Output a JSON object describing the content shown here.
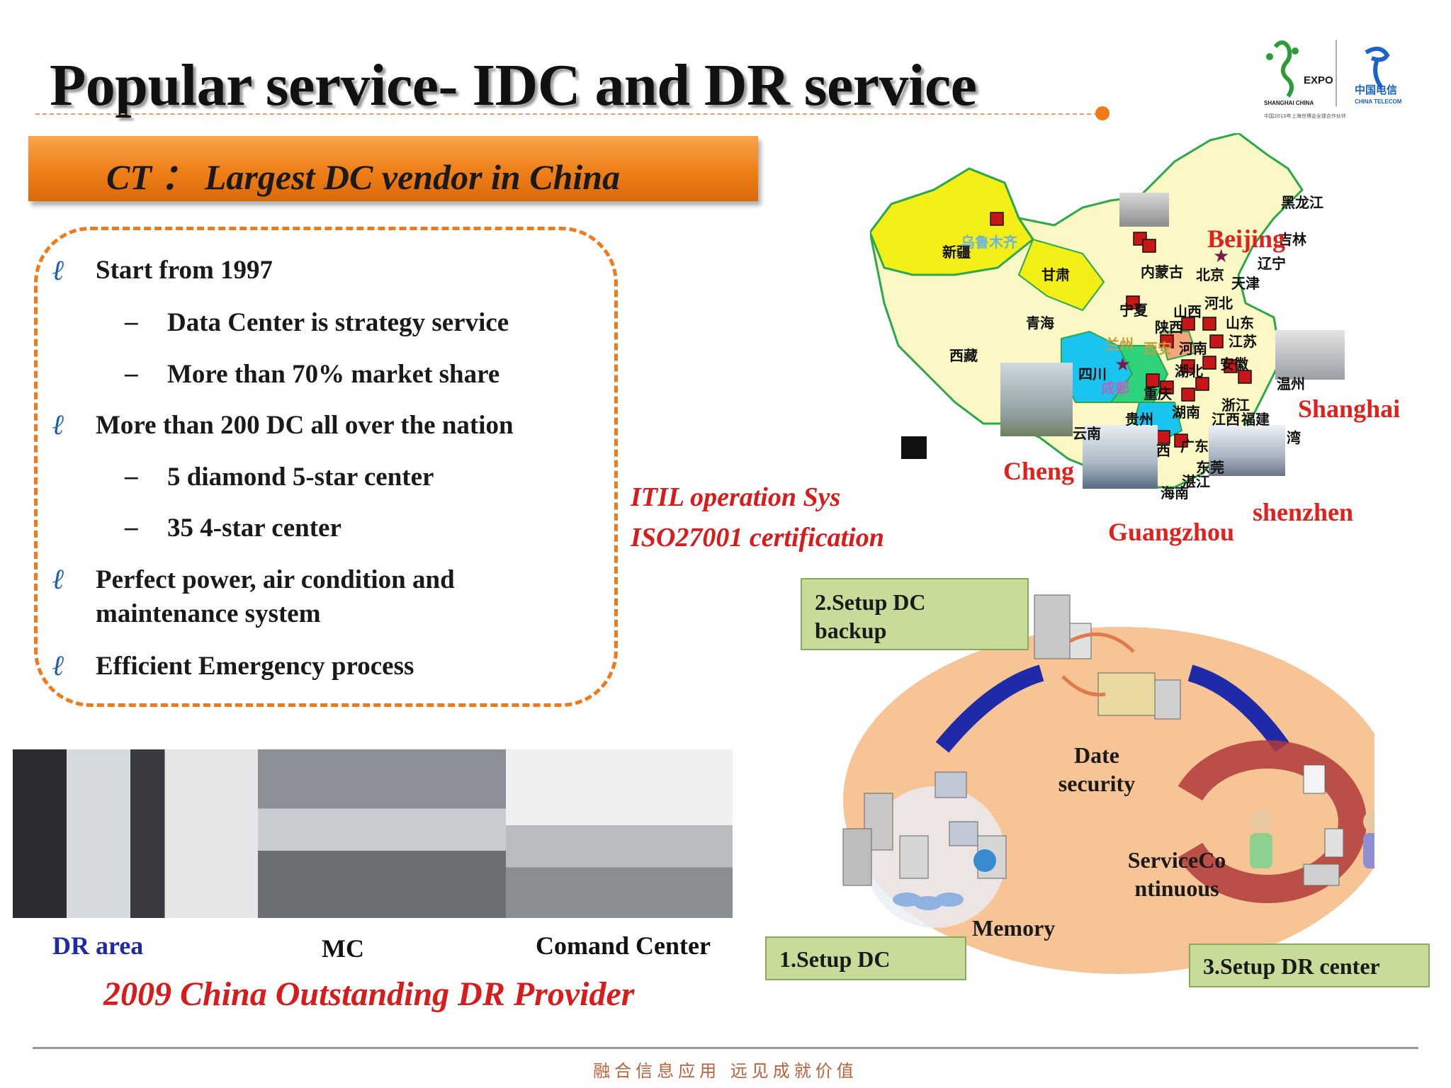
{
  "slide": {
    "title": "Popular service- IDC and DR service",
    "banner": "CT  ：  Largest DC vendor in China",
    "logo_expo": "EXPO",
    "logo_expo_sub": "SHANGHAI CHINA",
    "logo_ct_cn": "中国电信",
    "logo_ct_en": "CHINA TELECOM",
    "logo_tagline": "中国2010年上海世博会全球合作伙伴",
    "bullets": [
      {
        "level": 1,
        "text": "Start from 1997"
      },
      {
        "level": 2,
        "text": "Data Center is strategy service"
      },
      {
        "level": 2,
        "text": "More than 70% market share"
      },
      {
        "level": 1,
        "text": "More than 200 DC all over the nation"
      },
      {
        "level": 2,
        "text": "5 diamond 5-star center"
      },
      {
        "level": 2,
        "text": "35 4-star center"
      },
      {
        "level": 1,
        "text": "Perfect power, air condition and"
      },
      {
        "level": 1,
        "text": "maintenance system"
      },
      {
        "level": 1,
        "text": "Efficient Emergency process"
      }
    ],
    "dash_glyph": "–",
    "cert1": "ITIL operation Sys",
    "cert2": "ISO27001 certification",
    "map_cities": {
      "beijing": "Beijing",
      "shanghai": "Shanghai",
      "cheng": "Cheng",
      "guangzhou": "Guangzhou",
      "shenzhen": "shenzhen"
    },
    "map_provinces": {
      "heilongjiang": "黑龙江",
      "jilin": "吉林",
      "liaoning": "辽宁",
      "neimenggu": "内蒙古",
      "beijing": "北京",
      "tianjin": "天津",
      "hebei": "河北",
      "shanxi": "山西",
      "shandong": "山东",
      "henan": "河南",
      "jiangsu": "江苏",
      "anhui": "安徽",
      "hubei": "湖北",
      "zhejiang": "浙江",
      "wenzhou": "温州",
      "jiangxi": "江西",
      "fujian": "福建",
      "hunan": "湖南",
      "guizhou": "贵州",
      "guangdong": "广东",
      "guangxi": "西",
      "yunnan": "云南",
      "hainan": "海南",
      "zhanjiang": "湛江",
      "chongqing": "重庆",
      "sichuan": "四川",
      "chengdu": "成都",
      "xizang": "西藏",
      "qinghai": "青海",
      "gansu": "甘肃",
      "ningxia": "宁夏",
      "shaanxi": "陕西",
      "lanzhou": "兰州",
      "xian": "西安",
      "xinjiang": "新疆",
      "urumqi": "乌鲁木齐",
      "taiwan": "湾",
      "dongguan": "东莞"
    },
    "dr": {
      "setup_dc_backup_l1": "2.Setup DC",
      "setup_dc_backup_l2": "backup",
      "date_l1": "Date",
      "date_l2": "security",
      "svc_l1": "ServiceCo",
      "svc_l2": "ntinuous",
      "memory": "Memory",
      "setup_dc": "1.Setup DC",
      "setup_dr": "3.Setup DR center"
    },
    "photos": {
      "dr_area": "DR area",
      "mc": "MC",
      "command": "Comand Center"
    },
    "award": "2009 China Outstanding DR Provider",
    "footer": "融合信息应用 远见成就价值"
  },
  "colors": {
    "accent_orange": "#f07a1a",
    "title_red": "#d81b1b",
    "city_red": "#e0211c",
    "dr_blue": "#1f2aa8"
  }
}
